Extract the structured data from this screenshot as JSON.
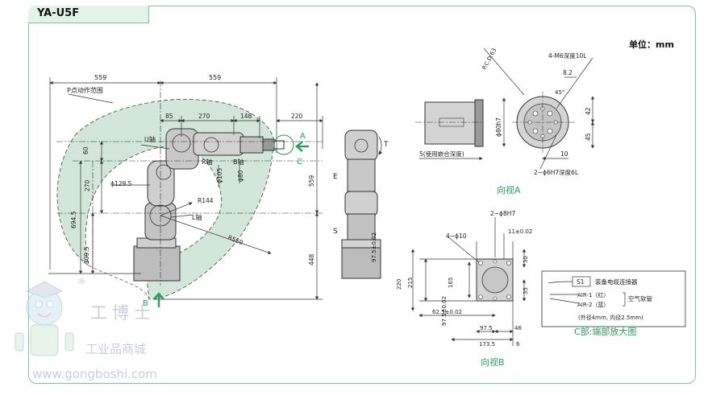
{
  "header": {
    "model_title": "YA-U5F",
    "unit_label": "单位：mm"
  },
  "side_view": {
    "reach_top_left": "559",
    "reach_top_right": "559",
    "range_label": "P点动作范围",
    "dim_85": "85",
    "dim_270_top": "270",
    "dim_148": "148",
    "dim_220": "220",
    "u_axis": "U轴",
    "r_axis": "R轴",
    "b_axis": "B轴",
    "dim_60": "60",
    "dim_270_left": "270",
    "phi_129": "ϕ129.5",
    "phi_105": "ϕ105",
    "phi_80": "ϕ80",
    "r144": "R144",
    "l_axis": "L轴",
    "r559": "R559",
    "dim_694": "694.5",
    "dim_309": "309.5",
    "dim_559_right": "559",
    "dim_448": "448",
    "label_a": "A",
    "label_b": "B",
    "label_c": "C"
  },
  "front_view": {
    "label_t": "T",
    "label_e": "E",
    "label_s": "S"
  },
  "view_a": {
    "pcd": "P.C.D.63",
    "m6": "4-M6深度10L",
    "dim_8_2": "8.2",
    "dim_45_angle": "45°",
    "dim_42": "42",
    "dim_45": "45",
    "phi80h7": "ϕ80h7",
    "dim_5": "5(使用嵌合深度)",
    "dim_10": "10",
    "phi6": "2−ϕ6H7深度6L",
    "caption": "向视A"
  },
  "view_b": {
    "phi8": "2−ϕ8H7",
    "phi10": "4−ϕ10",
    "dim_11": "11±0.02",
    "dim_97_top": "97.5±0.02",
    "dim_30": "30",
    "dim_220": "220",
    "dim_215": "215",
    "dim_165": "165",
    "dim_35": "35",
    "dim_62": "62.5±0.02",
    "dim_97_5": "97.5",
    "dim_46": "46",
    "dim_97_bottom": "97.5±0.02",
    "dim_173": "173.5",
    "dim_6": "6",
    "caption": "向视B"
  },
  "c_detail": {
    "s1": "S1",
    "connector": "装备电缆连接器",
    "air1": "AIR-1（红）",
    "air2": "AIR-2（蓝）",
    "hose": "空气软管",
    "spec": "(外径4mm, 内径2.5mm)",
    "caption": "C部:端部放大图"
  },
  "watermark": {
    "brand": "工博士",
    "sub": "工业品商城",
    "url": "www.gongboshi.com",
    "reg": "®"
  },
  "colors": {
    "frame": "#7cc79a",
    "range_fill": "#d3e6da",
    "caption": "#2e9a5a",
    "arrow": "#2f9e5e",
    "watermark": "#c9cfd8"
  }
}
